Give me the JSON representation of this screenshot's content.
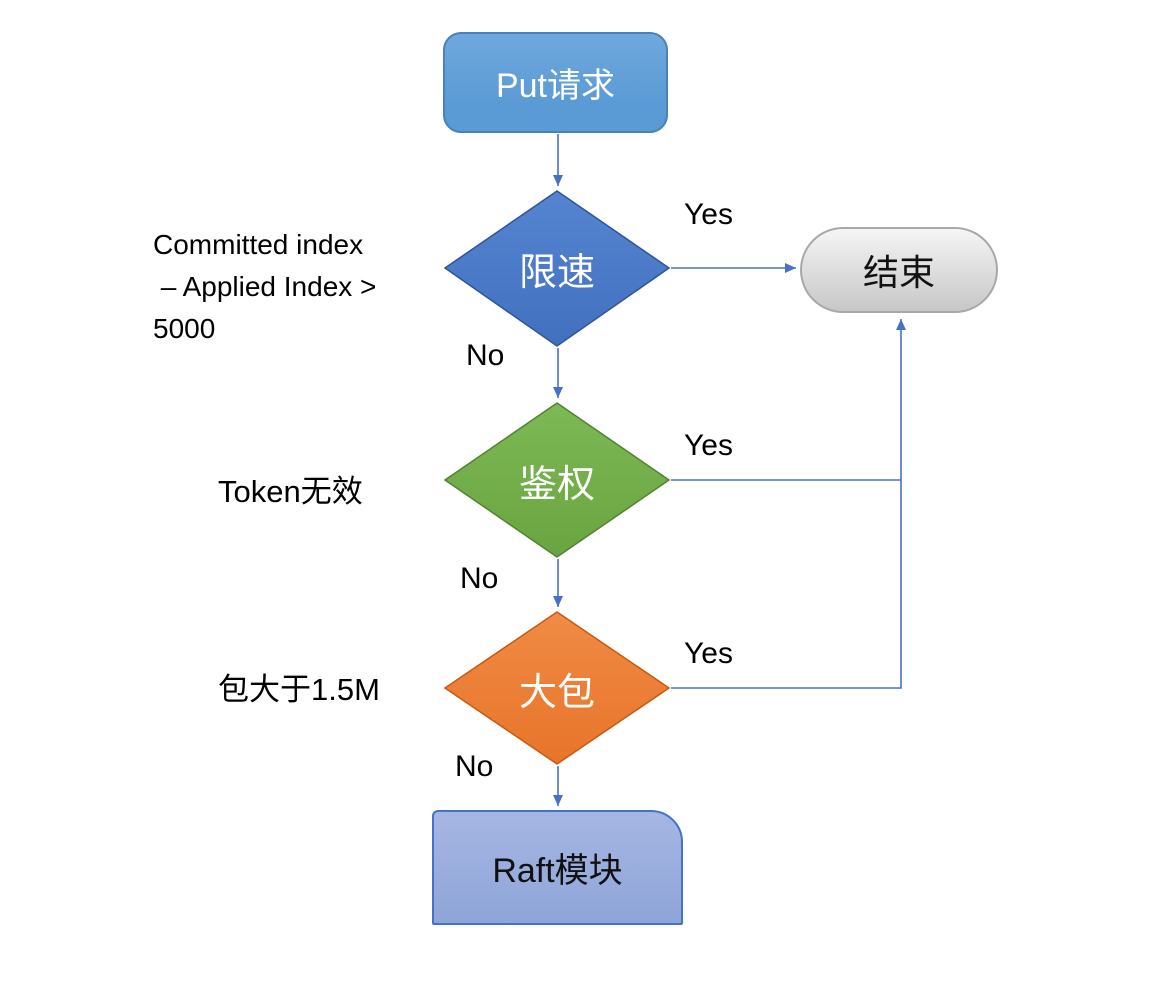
{
  "flowchart": {
    "nodes": {
      "start": {
        "label": "Put请求",
        "fill": "#5B9BD5",
        "shape": "rounded-rect"
      },
      "rate_limit": {
        "label": "限速",
        "fill": "#4472C4",
        "shape": "diamond",
        "condition": "Committed index\n – Applied Index >\n5000"
      },
      "auth": {
        "label": "鉴权",
        "fill": "#70AD47",
        "shape": "diamond",
        "condition": "Token无效"
      },
      "big_packet": {
        "label": "大包",
        "fill": "#ED7D31",
        "shape": "diamond",
        "condition": "包大于1.5M"
      },
      "end": {
        "label": "结束",
        "fill": "#D9D9D9",
        "shape": "terminator"
      },
      "raft": {
        "label": "Raft模块",
        "fill": "#8FAADC",
        "shape": "rect"
      }
    },
    "edge_labels": {
      "rate_limit_yes": "Yes",
      "rate_limit_no": "No",
      "auth_yes": "Yes",
      "auth_no": "No",
      "big_packet_yes": "Yes",
      "big_packet_no": "No"
    },
    "connector_color": "#4472C4"
  }
}
